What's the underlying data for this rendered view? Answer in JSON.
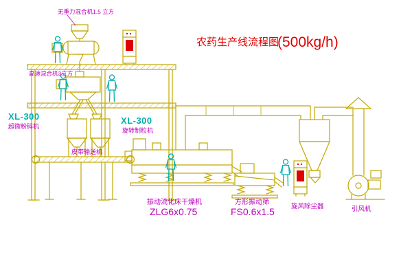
{
  "title": {
    "name": "农药生产线流程图",
    "capacity": "(500kg/h)"
  },
  "colors": {
    "equipment_line": "#c2a800",
    "operator_figure": "#00b0b0",
    "label_text": "#bb00bb",
    "title_text": "#e00000",
    "background": "#ffffff"
  },
  "labels": {
    "gravity_mixer": "无重力混合机1.5 立方",
    "high_speed_mixer": "高速混合机3立方",
    "pulverizer_model": "XL-300",
    "pulverizer_name": "超微粉碎机",
    "granulator_model": "XL-300",
    "granulator_name": "旋转制粒机",
    "belt_conveyor": "皮带输送机",
    "fluid_bed_dryer": "振动流化床干燥机",
    "fluid_bed_dryer_model": "ZLG6x0.75",
    "vibrating_screen": "方形振动筛",
    "vibrating_screen_model": "FS0.6x1.5",
    "cyclone_dust_collector": "旋风除尘器",
    "induced_draft_fan": "引风机"
  }
}
